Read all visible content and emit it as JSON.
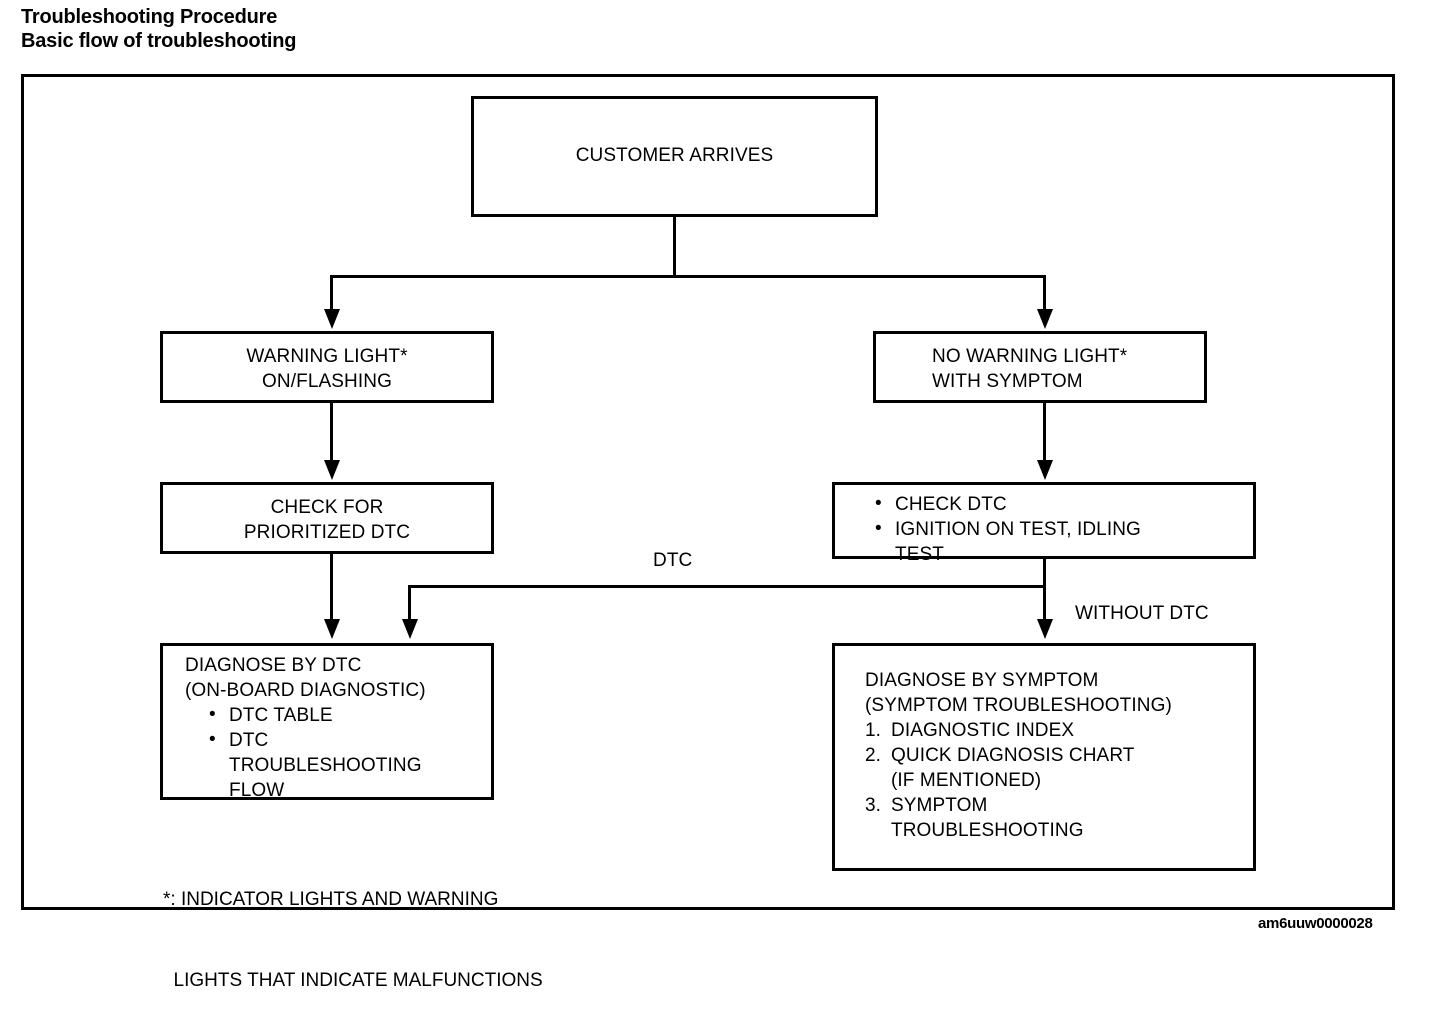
{
  "header": {
    "title": "Troubleshooting Procedure",
    "subtitle": "Basic flow of troubleshooting"
  },
  "diagram": {
    "type": "flowchart",
    "watermark": "am6uuw0000028",
    "footnote_line1": "*: INDICATOR LIGHTS AND WARNING",
    "footnote_line2": "  LIGHTS THAT INDICATE MALFUNCTIONS",
    "nodes": {
      "customer": {
        "line1": "CUSTOMER ARRIVES"
      },
      "warning_light": {
        "line1": "WARNING LIGHT*",
        "line2": "ON/FLASHING"
      },
      "no_warning_light": {
        "line1": "NO WARNING LIGHT*",
        "line2": "WITH SYMPTOM"
      },
      "check_prioritized": {
        "line1": "CHECK FOR",
        "line2": "PRIORITIZED DTC"
      },
      "check_dtc": {
        "bullets": [
          "CHECK DTC",
          "IGNITION ON TEST, IDLING"
        ],
        "continuation": "TEST"
      },
      "diagnose_by_dtc": {
        "line1": "DIAGNOSE BY DTC",
        "line2": "(ON-BOARD DIAGNOSTIC)",
        "bullets": [
          "DTC TABLE",
          "DTC"
        ],
        "continuation1": "TROUBLESHOOTING",
        "continuation2": "FLOW"
      },
      "diagnose_by_symptom": {
        "line1": "DIAGNOSE BY SYMPTOM",
        "line2": "(SYMPTOM TROUBLESHOOTING)",
        "items": [
          {
            "num": "1.",
            "text": "DIAGNOSTIC INDEX"
          },
          {
            "num": "2.",
            "text": "QUICK DIAGNOSIS CHART"
          },
          {
            "num": "3.",
            "text": "SYMPTOM"
          }
        ],
        "item2_continuation": "(IF MENTIONED)",
        "item3_continuation": "TROUBLESHOOTING"
      }
    },
    "edge_labels": {
      "dtc": "DTC",
      "without_dtc": "WITHOUT DTC"
    }
  }
}
